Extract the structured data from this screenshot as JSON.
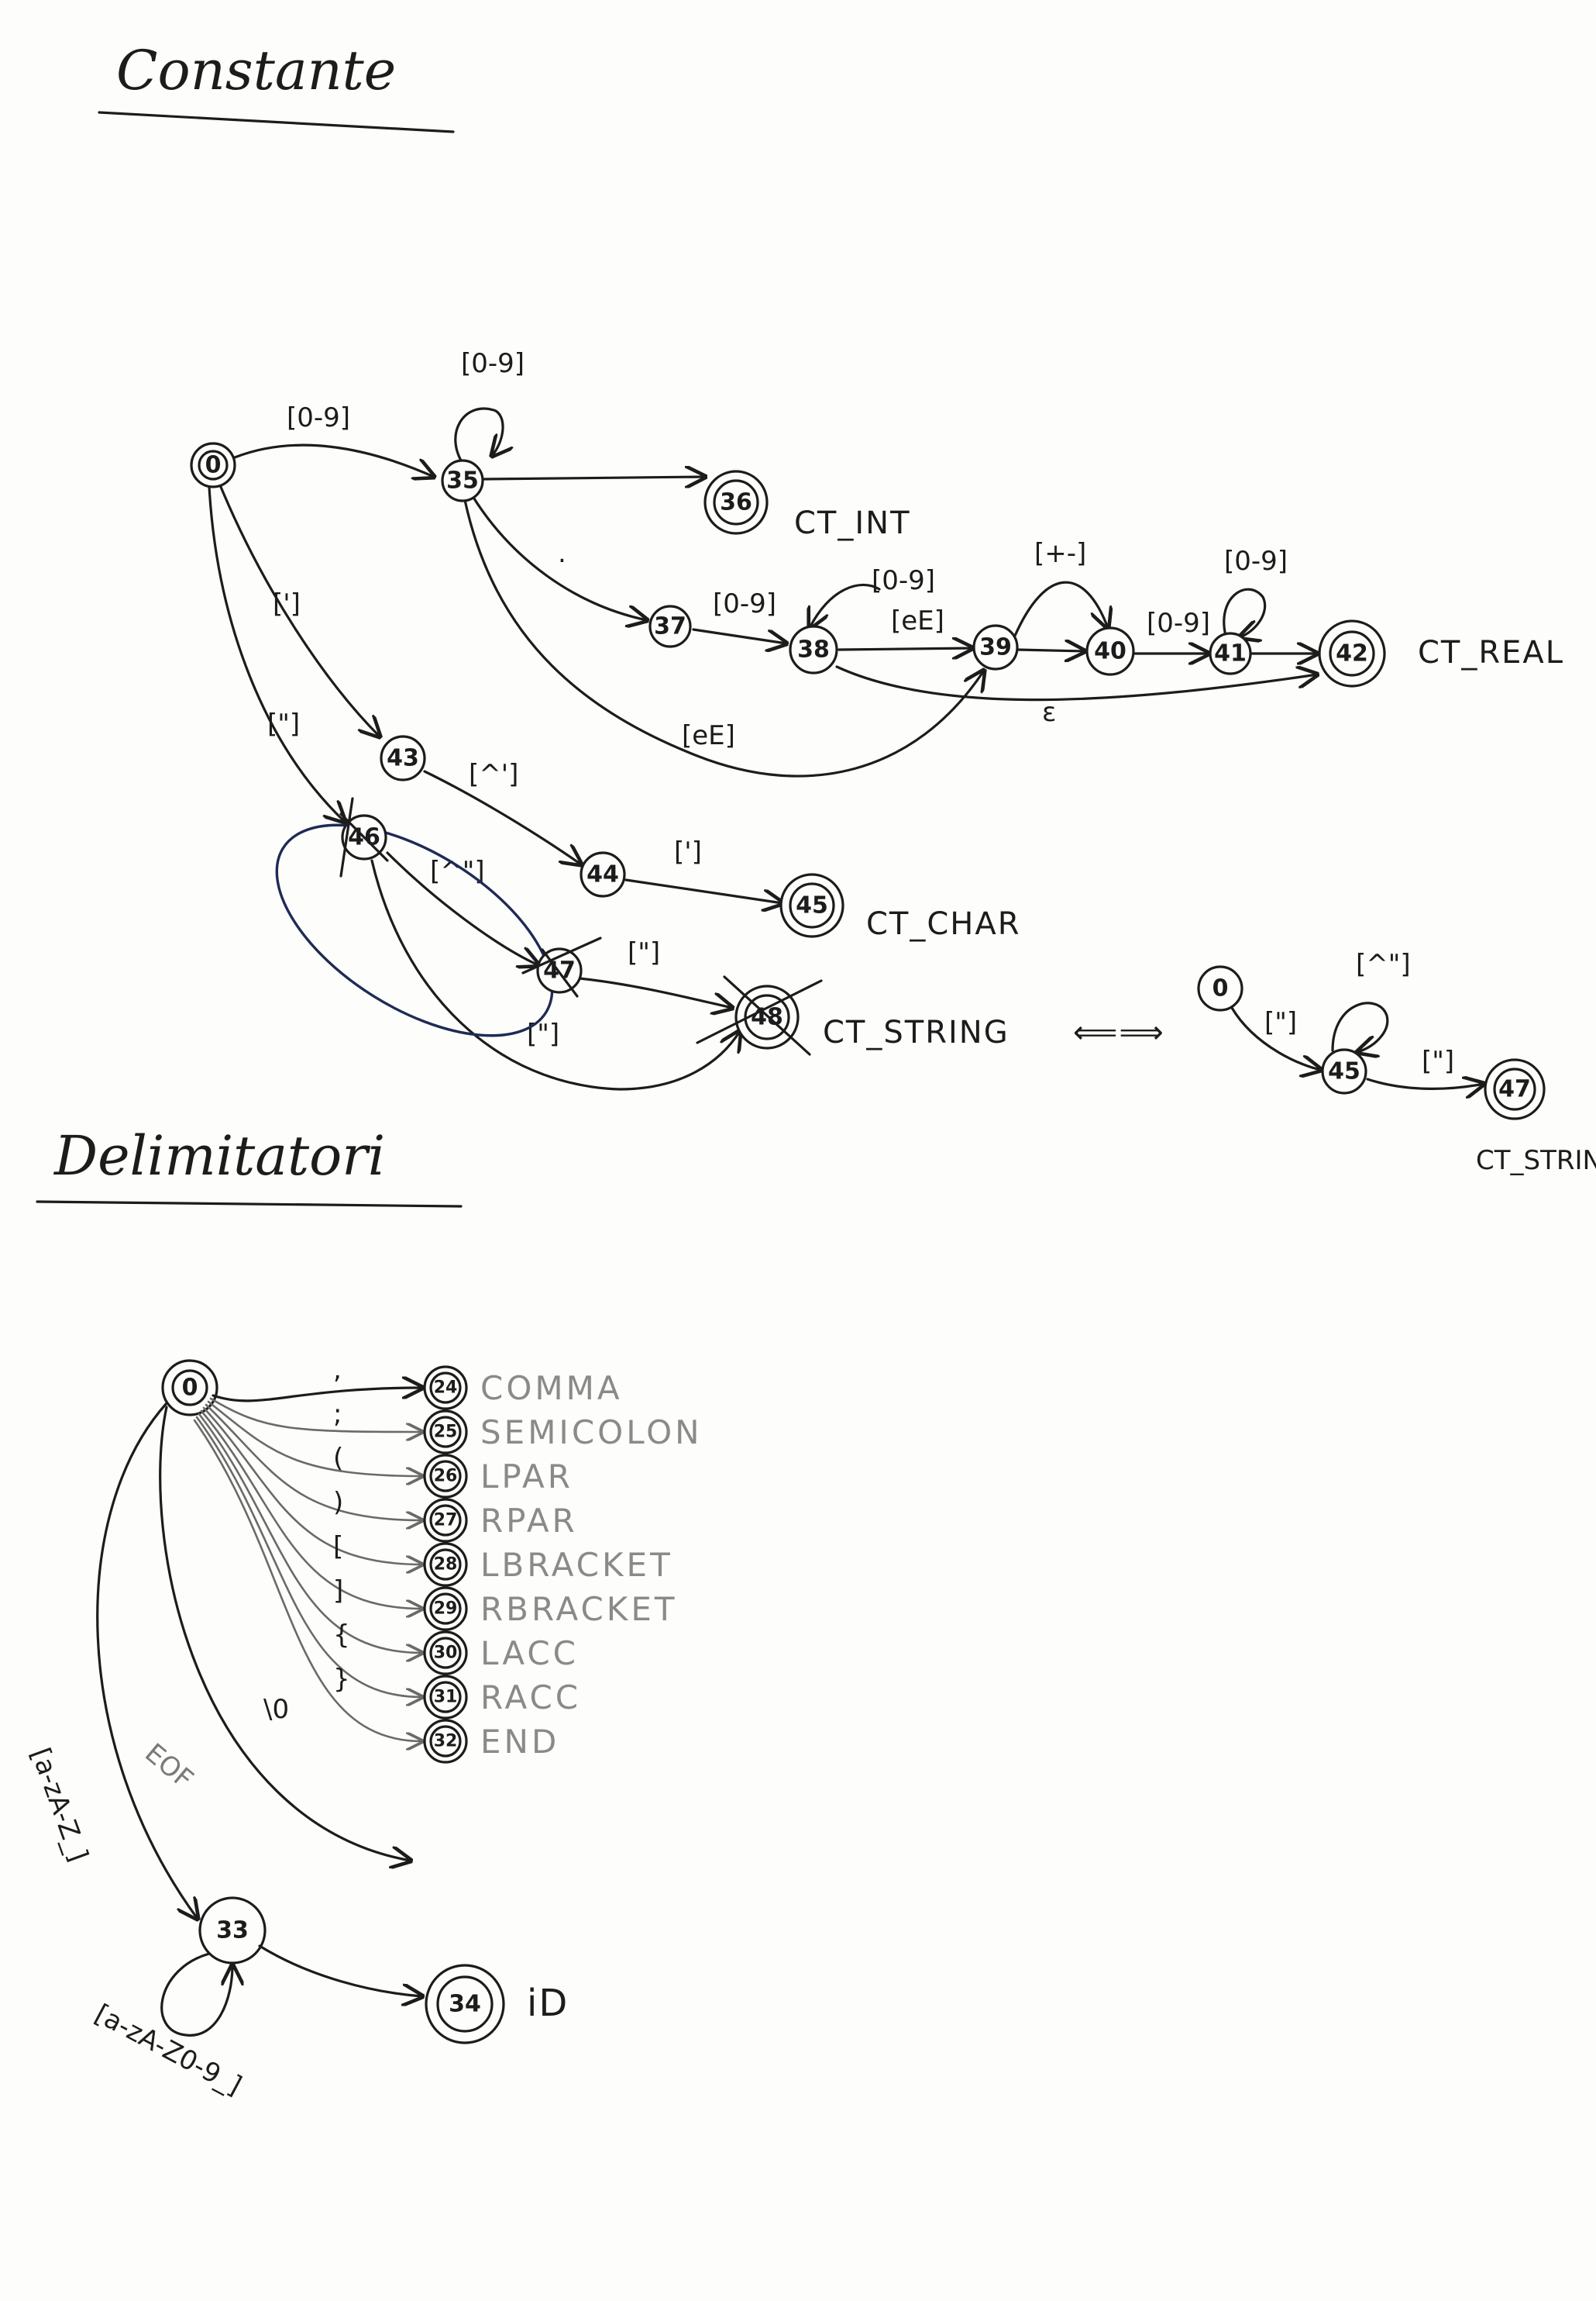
{
  "sections": {
    "constants_title": "Constante",
    "delimiters_title": "Delimitatori"
  },
  "constants": {
    "start_state": "0",
    "states": {
      "s35": "35",
      "s36": "36",
      "s37": "37",
      "s38": "38",
      "s39": "39",
      "s40": "40",
      "s41": "41",
      "s42": "42",
      "s43": "43",
      "s44": "44",
      "s45": "45",
      "s46": "46",
      "s47": "47",
      "s48": "48"
    },
    "edges": {
      "e0_35": "[0-9]",
      "loop35": "[0-9]",
      "e35_37": ".",
      "e37_38": "[0-9]",
      "loop38": "[0-9]",
      "e38_39": "[eE]",
      "e35_39": "[eE]",
      "e39_40": "[+-]",
      "e40_41": "[0-9]",
      "loop41": "[0-9]",
      "eps": "ε",
      "e0_43": "[']",
      "e43_44": "[^']",
      "e44_45": "[']",
      "e0_46": "[\"]",
      "e46_47": "[^\"]",
      "e47_48": "[\"]",
      "e46_48": "[\"]"
    },
    "tokens": {
      "ct_int": "CT_INT",
      "ct_real": "CT_REAL",
      "ct_char": "CT_CHAR",
      "ct_string": "CT_STRING",
      "equiv": "⟸⟹"
    }
  },
  "string_alt": {
    "start_state": "0",
    "state45": "45",
    "state47": "47",
    "e0_45": "[\"]",
    "loop45": "[^\"]",
    "e45_47": "[\"]",
    "token": "CT_STRING"
  },
  "delimiters": {
    "start_state": "0",
    "items": [
      {
        "state": "24",
        "symbol": ",",
        "token": "COMMA"
      },
      {
        "state": "25",
        "symbol": ";",
        "token": "SEMICOLON"
      },
      {
        "state": "26",
        "symbol": "(",
        "token": "LPAR"
      },
      {
        "state": "27",
        "symbol": ")",
        "token": "RPAR"
      },
      {
        "state": "28",
        "symbol": "[",
        "token": "LBRACKET"
      },
      {
        "state": "29",
        "symbol": "]",
        "token": "RBRACKET"
      },
      {
        "state": "30",
        "symbol": "{",
        "token": "LACC"
      },
      {
        "state": "31",
        "symbol": "}",
        "token": "RACC"
      },
      {
        "state": "32",
        "symbol": "\\0",
        "token": "END"
      }
    ],
    "eof_label": "EOF",
    "id_path": {
      "state33": "33",
      "state34": "34",
      "entry_label": "[a-zA-Z_]",
      "loop_label": "[a-zA-Z0-9_]",
      "token": "iD"
    }
  }
}
